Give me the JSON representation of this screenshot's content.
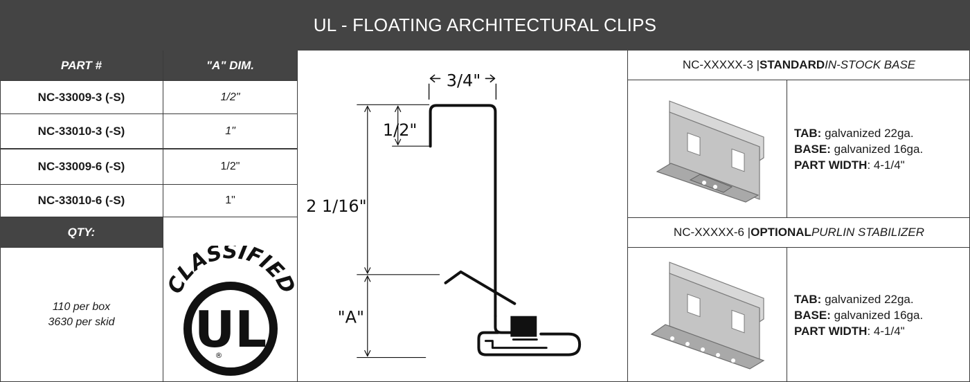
{
  "title": "UL - FLOATING ARCHITECTURAL CLIPS",
  "table": {
    "headers": [
      "PART #",
      "\"A\" DIM."
    ],
    "rows": [
      {
        "part": "NC-33009-3 (-S)",
        "dim": "1/2\""
      },
      {
        "part": "NC-33010-3 (-S)",
        "dim": "1\""
      },
      {
        "part": "NC-33009-6 (-S)",
        "dim": "1/2\""
      },
      {
        "part": "NC-33010-6 (-S)",
        "dim": "1\""
      }
    ],
    "qty_label": "QTY:",
    "qty_lines": [
      "110 per box",
      "3630 per skid"
    ]
  },
  "ul_logo": {
    "arc_text": "CLASSIFIED",
    "letters": "UL",
    "registered": "®"
  },
  "drawing": {
    "dim_top": "3/4\"",
    "dim_short": "1/2\"",
    "dim_total": "2 1/16\"",
    "dim_a": "\"A\""
  },
  "options": [
    {
      "code": "NC-XXXXX-3 | ",
      "strong": "STANDARD",
      "emph": " IN-STOCK BASE",
      "specs": [
        {
          "label": "TAB:",
          "value": " galvanized 22ga."
        },
        {
          "label": "BASE:",
          "value": " galvanized 16ga."
        },
        {
          "label": "PART WIDTH",
          "value": ": 4-1/4\""
        }
      ]
    },
    {
      "code": "NC-XXXXX-6 | ",
      "strong": "OPTIONAL",
      "emph": " PURLIN STABILIZER",
      "specs": [
        {
          "label": "TAB:",
          "value": " galvanized 22ga."
        },
        {
          "label": "BASE:",
          "value": " galvanized 16ga."
        },
        {
          "label": "PART WIDTH",
          "value": ": 4-1/4\""
        }
      ]
    }
  ],
  "colors": {
    "header_bg": "#444444",
    "border": "#3a3a3a",
    "metal": "#b9b9b9"
  }
}
